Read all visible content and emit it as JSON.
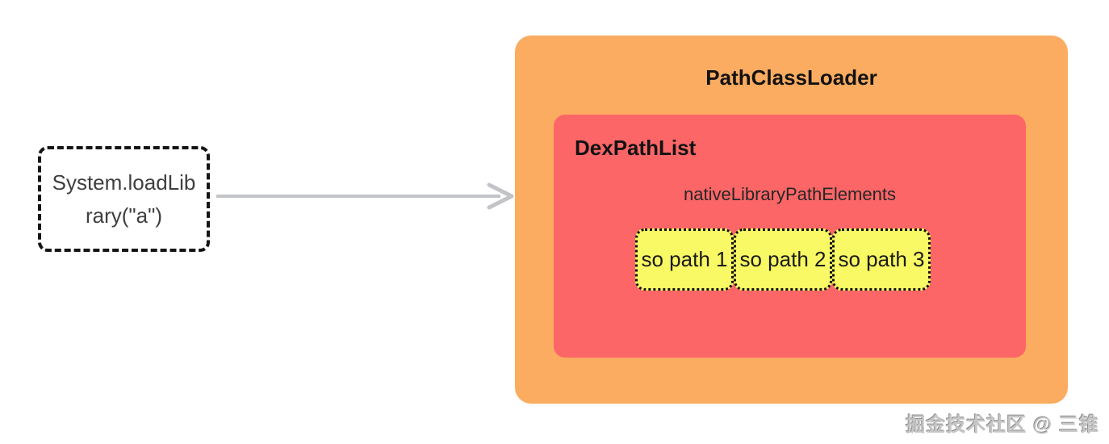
{
  "diagram": {
    "call_box": {
      "line1": "System.loadLib",
      "line2": "rary(\"a\")"
    },
    "outer": {
      "title": "PathClassLoader"
    },
    "inner": {
      "title": "DexPathList",
      "field_label": "nativeLibraryPathElements",
      "so_paths": [
        "so path 1",
        "so path 2",
        "so path 3"
      ]
    },
    "watermark": "掘金技术社区 @ 三锥",
    "colors": {
      "outer_fill": "#FBAC60",
      "inner_fill": "#FC6667",
      "so_fill": "#F8F964",
      "arrow": "#C2C4C7",
      "dashed_border": "#151515"
    }
  }
}
